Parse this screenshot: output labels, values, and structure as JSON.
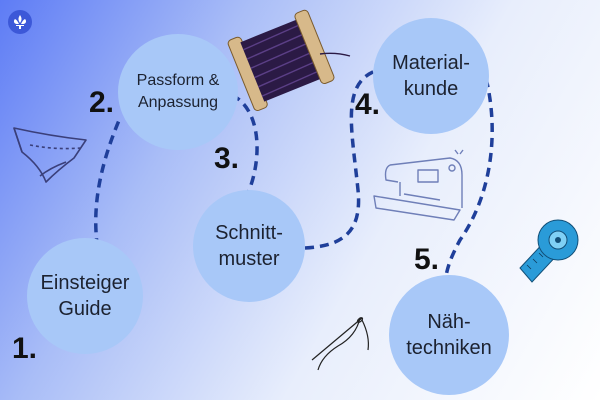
{
  "steps": [
    {
      "number": "1.",
      "label": "Einsteiger\nGuide"
    },
    {
      "number": "2.",
      "label": "Passform &\nAnpassung"
    },
    {
      "number": "3.",
      "label": "Schnitt-\nmuster"
    },
    {
      "number": "4.",
      "label": "Material-\nkunde"
    },
    {
      "number": "5.",
      "label": "Näh-\ntechniken"
    }
  ],
  "icons": {
    "logo": "fleur-de-lis-icon",
    "underwear": "underwear-icon",
    "thread": "thread-spool-icon",
    "sewing_machine": "sewing-machine-icon",
    "tape": "measuring-tape-icon",
    "needle": "needle-thread-icon"
  },
  "colors": {
    "circle": "#a8c8f8",
    "path": "#1f3f9a",
    "spool_thread": "#2b1a45",
    "tape": "#2a9bd8"
  }
}
